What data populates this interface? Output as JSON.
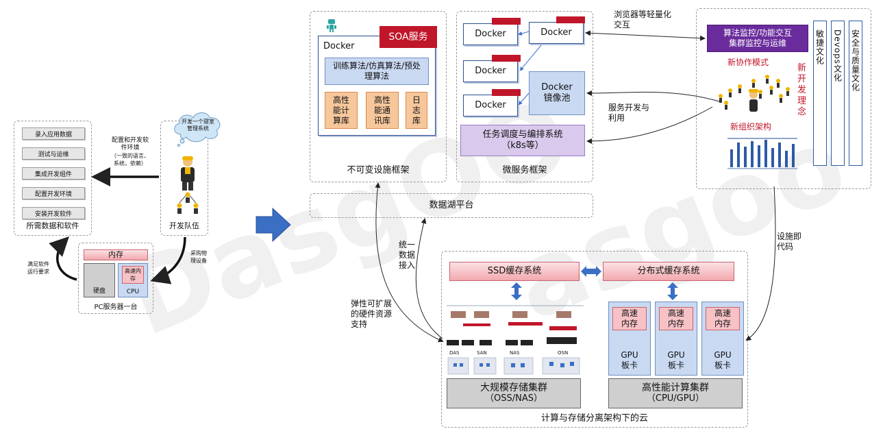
{
  "left": {
    "software_items": [
      "录入应用数据",
      "测试与运维",
      "集成开发组件",
      "配置开发环境",
      "安装开发软件"
    ],
    "software_caption": "所需数据和软件",
    "config_label_1": "配置和开发软",
    "config_label_2": "件环境",
    "config_sub_1": "（一致的语言、",
    "config_sub_2": "系统，依赖）",
    "cloud_text": "开发一个寝室管理系统",
    "team_caption": "开发队伍",
    "purchase_label": "采购物理设备",
    "satisfy_label": "满足软件运行要求",
    "pc": {
      "memory": "内存",
      "disk": "硬盘",
      "cache": "高速内存",
      "cpu": "CPU",
      "caption": "PC服务器一台"
    }
  },
  "immutable": {
    "docker_label": "Docker",
    "soa_label": "SOA服务",
    "algo_label": "训练算法/仿真算法/预处理算法",
    "libs": [
      "高性能计算库",
      "高性能通讯库",
      "日志库"
    ],
    "caption": "不可变设施框架"
  },
  "micro": {
    "docker_label": "Docker",
    "pool_label": "Docker镜像池",
    "k8s_line1": "任务调度与编排系统",
    "k8s_line2": "（k8s等）",
    "caption": "微服务框架"
  },
  "labels": {
    "browser": "浏览器等轻量化交互",
    "service_dev": "服务开发与利用",
    "data_lake": "数据湖平台",
    "unified": "统一数据接入",
    "elastic": "弹性可扩展的硬件资源支持",
    "iac": "设施即代码"
  },
  "right": {
    "monitor_line1": "算法监控/功能交互",
    "monitor_line2": "集群监控与运维",
    "new_collab": "新协作模式",
    "new_dev": "新开发理念",
    "new_org": "新组织架构",
    "cols": [
      "敏捷文化",
      "Devops文化",
      "安全与质量文化"
    ]
  },
  "cloud": {
    "ssd": "SSD缓存系统",
    "dist": "分布式缓存系统",
    "cache": "高速内存",
    "gpu": "GPU板卡",
    "storage_line1": "大规模存储集群",
    "storage_line2": "（OSS/NAS）",
    "compute_line1": "高性能计算集群",
    "compute_line2": "（CPU/GPU）",
    "caption": "计算与存储分离架构下的云",
    "das": "DAS",
    "san": "SAN",
    "nas": "NAS",
    "osn": "OSN"
  },
  "colors": {
    "accent_red": "#c0162a",
    "purple": "#6a2c9c",
    "arrow_blue": "#3a6fc4",
    "pink": "#f6c2c6"
  }
}
